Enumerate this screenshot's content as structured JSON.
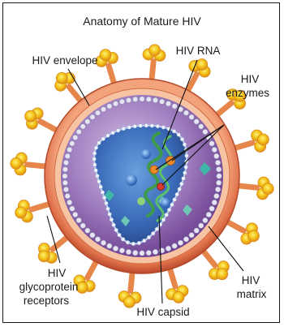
{
  "title": "Anatomy of Mature HIV",
  "labels": {
    "envelope": "HIV envelope",
    "rna": "HIV RNA",
    "enzymes_1": "HIV",
    "enzymes_2": "enzymes",
    "glyco_1": "HIV",
    "glyco_2": "glycoprotein",
    "glyco_3": "receptors",
    "capsid": "HIV capsid",
    "matrix_1": "HIV",
    "matrix_2": "matrix"
  },
  "colors": {
    "spike_stem": "#e7864a",
    "spike_head": "#f2c316",
    "envelope": "#e0724a",
    "matrix_outer": "#8a5da6",
    "capsid": "#2e5ea8",
    "rna": "#3e9b4c",
    "enzyme_orange": "#f08a2c",
    "enzyme_red": "#d8372b"
  }
}
